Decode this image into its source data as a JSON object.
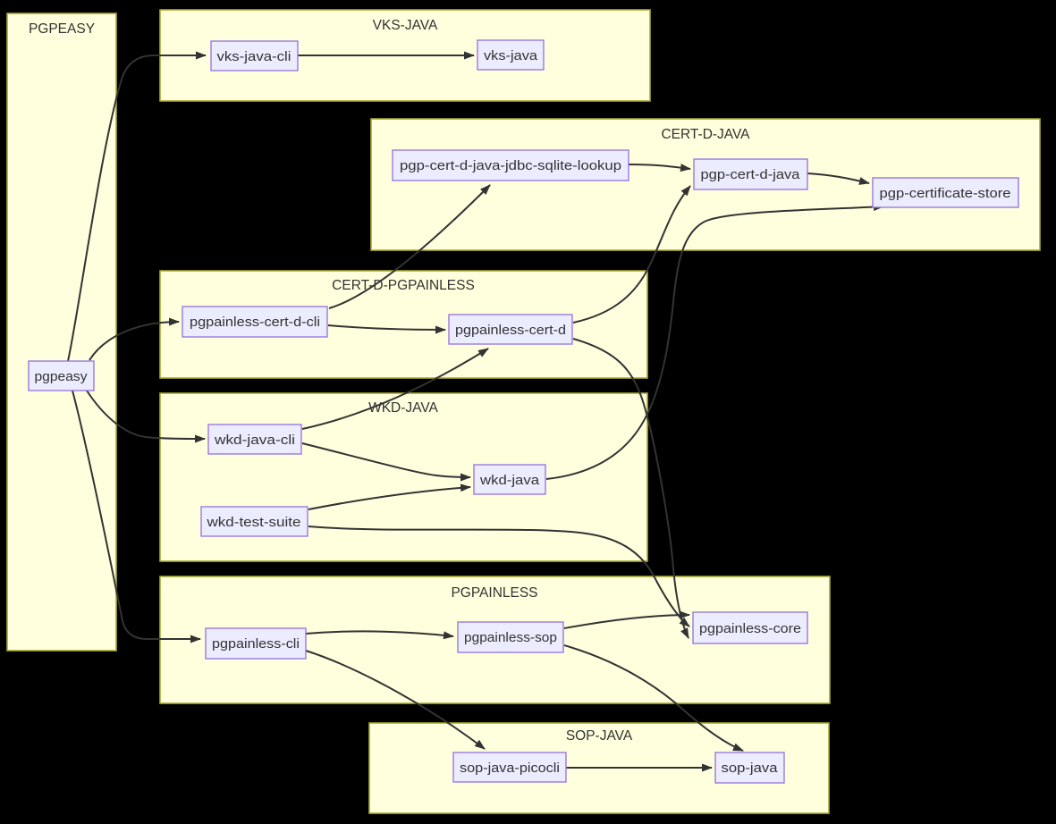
{
  "diagram": {
    "type": "flowchart-dependency-graph",
    "background": "#000000",
    "colors": {
      "subgraph_fill": "#ffffde",
      "subgraph_border": "#aaaa33",
      "node_fill": "#ececff",
      "node_border": "#9370db",
      "edge": "#333333",
      "text": "#333333"
    },
    "subgraphs": {
      "pgpeasy": {
        "title": "PGPEASY"
      },
      "vks_java": {
        "title": "VKS-JAVA"
      },
      "cert_d_java": {
        "title": "CERT-D-JAVA"
      },
      "cert_d_pgpainless": {
        "title": "CERT-D-PGPAINLESS"
      },
      "wkd_java": {
        "title": "WKD-JAVA"
      },
      "pgpainless": {
        "title": "PGPAINLESS"
      },
      "sop_java": {
        "title": "SOP-JAVA"
      }
    },
    "nodes": {
      "pgpeasy": {
        "label": "pgpeasy"
      },
      "vks_java_cli": {
        "label": "vks-java-cli"
      },
      "vks_java": {
        "label": "vks-java"
      },
      "jdbc_sqlite_lookup": {
        "label": "pgp-cert-d-java-jdbc-sqlite-lookup"
      },
      "pgp_cert_d_java": {
        "label": "pgp-cert-d-java"
      },
      "pgp_certificate_store": {
        "label": "pgp-certificate-store"
      },
      "pgpainless_cert_d_cli": {
        "label": "pgpainless-cert-d-cli"
      },
      "pgpainless_cert_d": {
        "label": "pgpainless-cert-d"
      },
      "wkd_java_cli": {
        "label": "wkd-java-cli"
      },
      "wkd_java": {
        "label": "wkd-java"
      },
      "wkd_test_suite": {
        "label": "wkd-test-suite"
      },
      "pgpainless_cli": {
        "label": "pgpainless-cli"
      },
      "pgpainless_sop": {
        "label": "pgpainless-sop"
      },
      "pgpainless_core": {
        "label": "pgpainless-core"
      },
      "sop_java_picocli": {
        "label": "sop-java-picocli"
      },
      "sop_java": {
        "label": "sop-java"
      }
    },
    "edges": [
      {
        "from": "pgpeasy",
        "to": "vks-java-cli"
      },
      {
        "from": "pgpeasy",
        "to": "pgpainless-cert-d-cli"
      },
      {
        "from": "pgpeasy",
        "to": "wkd-java-cli"
      },
      {
        "from": "pgpeasy",
        "to": "pgpainless-cli"
      },
      {
        "from": "vks-java-cli",
        "to": "vks-java"
      },
      {
        "from": "pgp-cert-d-java-jdbc-sqlite-lookup",
        "to": "pgp-cert-d-java"
      },
      {
        "from": "pgp-cert-d-java",
        "to": "pgp-certificate-store"
      },
      {
        "from": "pgpainless-cert-d-cli",
        "to": "pgp-cert-d-java-jdbc-sqlite-lookup"
      },
      {
        "from": "pgpainless-cert-d-cli",
        "to": "pgpainless-cert-d"
      },
      {
        "from": "pgpainless-cert-d",
        "to": "pgp-cert-d-java"
      },
      {
        "from": "pgpainless-cert-d",
        "to": "pgpainless-core"
      },
      {
        "from": "wkd-java-cli",
        "to": "pgpainless-cert-d"
      },
      {
        "from": "wkd-java-cli",
        "to": "wkd-java"
      },
      {
        "from": "wkd-test-suite",
        "to": "wkd-java"
      },
      {
        "from": "wkd-test-suite",
        "to": "pgpainless-core"
      },
      {
        "from": "wkd-java",
        "to": "pgp-certificate-store"
      },
      {
        "from": "pgpainless-cli",
        "to": "pgpainless-sop"
      },
      {
        "from": "pgpainless-cli",
        "to": "sop-java-picocli"
      },
      {
        "from": "pgpainless-sop",
        "to": "pgpainless-core"
      },
      {
        "from": "pgpainless-sop",
        "to": "sop-java"
      },
      {
        "from": "sop-java-picocli",
        "to": "sop-java"
      }
    ]
  }
}
